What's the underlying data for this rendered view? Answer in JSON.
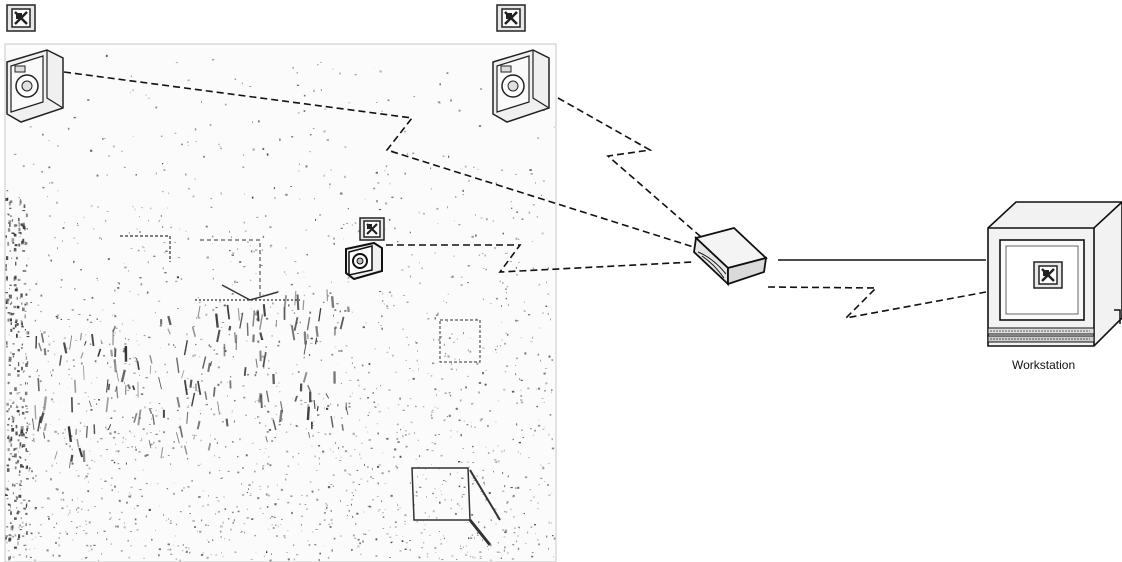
{
  "diagram": {
    "workstation_label": "Workstation",
    "colors": {
      "line": "#111111",
      "photo_speckle": "#555555",
      "photo_dark": "#222222",
      "device_fill": "#f2f2f2",
      "device_stroke": "#222222"
    },
    "icons": {
      "camera": "camera-icon",
      "camera_badge": "network-badge-icon",
      "router": "router-icon",
      "workstation": "workstation-icon"
    },
    "links": [
      {
        "from": "camera-top-left",
        "to": "router",
        "style": "wireless-dashed"
      },
      {
        "from": "camera-top-right",
        "to": "router",
        "style": "wireless-dashed"
      },
      {
        "from": "camera-middle",
        "to": "router",
        "style": "wireless-dashed"
      },
      {
        "from": "router",
        "to": "workstation",
        "style": "wired-solid"
      },
      {
        "from": "router",
        "to": "workstation",
        "style": "wireless-dashed"
      }
    ]
  }
}
